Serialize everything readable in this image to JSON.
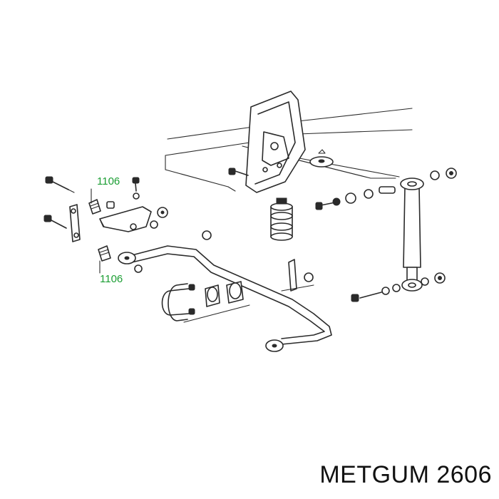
{
  "labels": {
    "upper_part_number": "1106",
    "lower_part_number": "1106"
  },
  "brand_text": "METGUM 2606",
  "colors": {
    "line": "#2a2a2a",
    "part_label": "#1c9e34",
    "brand_text": "#111111",
    "background": "#ffffff"
  }
}
